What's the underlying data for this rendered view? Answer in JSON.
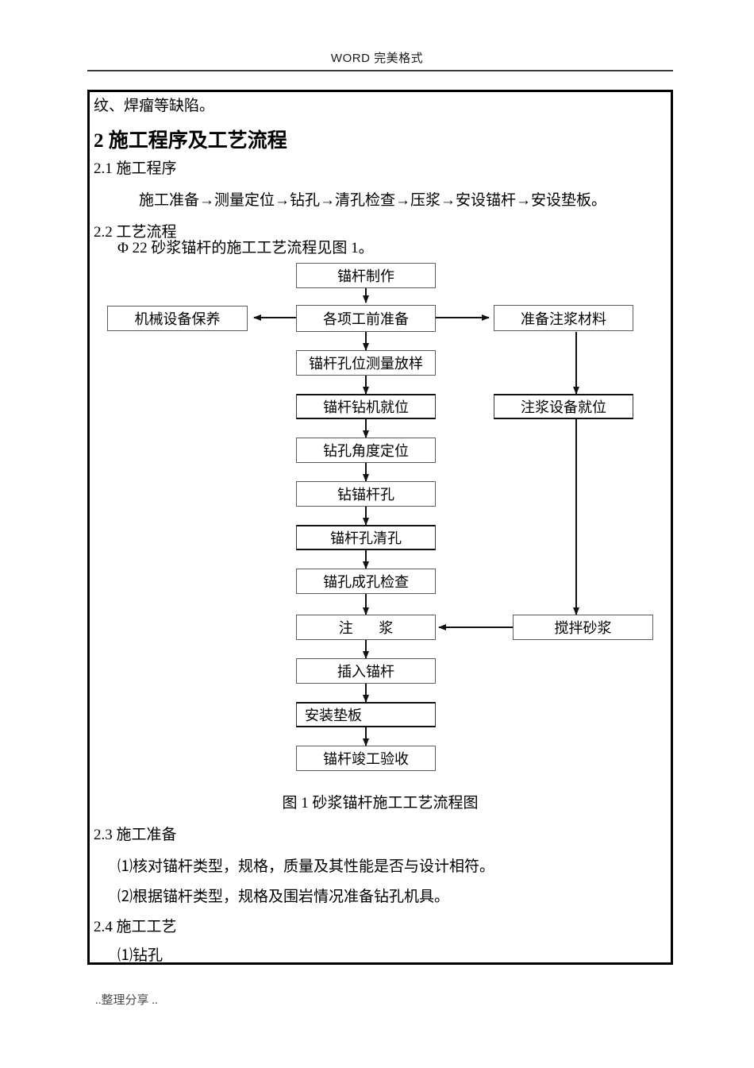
{
  "header": {
    "running_head": "WORD 完美格式"
  },
  "footer": {
    "text": "..整理分享 .."
  },
  "body": {
    "continued_line": "纹、焊瘤等缺陷。",
    "section2_title": "2 施工程序及工艺流程",
    "s21_heading": "2.1  施工程序",
    "s21_body": "施工准备→测量定位→钻孔→清孔检查→压浆→安设锚杆→安设垫板。",
    "s22_heading": "2.2  工艺流程",
    "s22_body": "Φ 22 砂浆锚杆的施工工艺流程见图    1。",
    "figure_caption": "图 1  砂浆锚杆施工工艺流程图",
    "s23_heading": "2.3  施工准备",
    "s23_item1": "⑴核对锚杆类型，规格，质量及其性能是否与设计相符。",
    "s23_item2": "⑵根据锚杆类型，规格及围岩情况准备钻孔机具。",
    "s24_heading": "2.4  施工工艺",
    "s24_item1": "⑴钻孔"
  },
  "flowchart": {
    "title": "砂浆锚杆施工工艺流程图",
    "nodes": {
      "n01": "锚杆制作",
      "n02": "各项工前准备",
      "n03": "机械设备保养",
      "n04": "准备注浆材料",
      "n05": "锚杆孔位测量放样",
      "n06": "锚杆钻机就位",
      "n07": "注浆设备就位",
      "n08": "钻孔角度定位",
      "n09": "钻锚杆孔",
      "n10": "锚杆孔清孔",
      "n11": "锚孔成孔检查",
      "n12": "注  浆",
      "n13": "搅拌砂浆",
      "n14": "插入锚杆",
      "n15": "安装垫板",
      "n16": "锚杆竣工验收"
    }
  },
  "colors": {
    "ink": "#000000",
    "box_border": "#5c5c5c",
    "rule": "#3a3a3a",
    "page_bg": "#ffffff"
  }
}
